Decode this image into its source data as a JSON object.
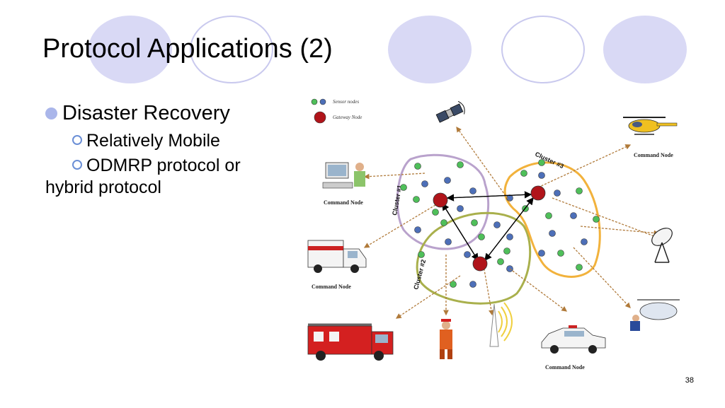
{
  "slide": {
    "title": "Protocol Applications (2)",
    "bullet": "Disaster Recovery",
    "sub_bullets": [
      "Relatively Mobile",
      "ODMRP protocol or",
      "hybrid protocol"
    ],
    "slide_number": "38"
  },
  "diagram": {
    "legend": {
      "sensor": "Sensor nodes",
      "gateway": "Gateway Node"
    },
    "clusters": [
      "Cluster #1",
      "Cluster #2",
      "Cluster #3"
    ],
    "command_node_label": "Command Node",
    "colors": {
      "cluster1": "#b9a2cc",
      "cluster2": "#a9b04c",
      "cluster3": "#f2b23c",
      "gateway": "#b0141a",
      "sensor_green": "#4fbf5a",
      "sensor_blue": "#4d6fb8"
    }
  }
}
